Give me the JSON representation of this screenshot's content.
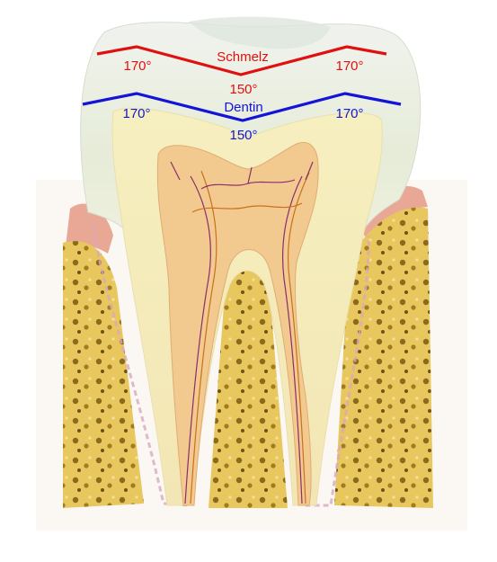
{
  "labels": {
    "enamel": {
      "name": "Schmelz",
      "angle_side_left": "170°",
      "angle_side_right": "170°",
      "angle_center": "150°"
    },
    "dentin": {
      "name": "Dentin",
      "angle_side_left": "170°",
      "angle_side_right": "170°",
      "angle_center": "150°"
    }
  },
  "colors": {
    "enamel_line": "#e01010",
    "dentin_line": "#1414d8",
    "enamel_label": "#e01010",
    "dentin_label": "#1414d8"
  }
}
